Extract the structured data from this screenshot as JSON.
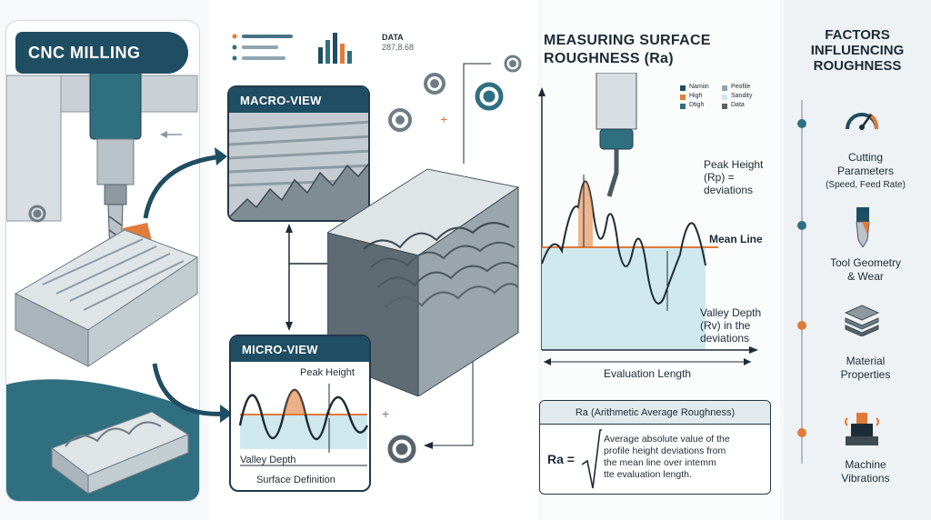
{
  "cnc": {
    "title": "CNC MILLING"
  },
  "macro": {
    "title": "MACRO-VIEW"
  },
  "micro": {
    "title": "MICRO-VIEW",
    "peak": "Peak Height",
    "valley": "Valley Depth",
    "surface": "Surface Definition"
  },
  "dashboard": {
    "data_label": "DATA",
    "data_value": "287,8.68"
  },
  "measure": {
    "title_line1": "MEASURING SURFACE",
    "title_line2": "ROUGHNESS (Ra)",
    "legend": [
      "Namiin",
      "Peofile",
      "High",
      "Sandity",
      "Dtigh",
      "Data"
    ],
    "peak_line1": "Peak Height",
    "peak_line2": "(Rp) =",
    "peak_line3": "deviations",
    "mean_line": "Mean Line",
    "valley_line1": "Valley Depth",
    "valley_line2": "(Rv) in the",
    "valley_line3": "deviations",
    "eval_length": "Evaluation Length"
  },
  "ra_box": {
    "title": "Ra (Arithmetic Average Roughness)",
    "symbol": "Ra =",
    "line1": "Average absolute value of the",
    "line2": "profile height deviations from",
    "line3": "the mean line over intemm",
    "line4": "tte evaluation length."
  },
  "factors": {
    "title_line1": "FACTORS",
    "title_line2": "INFLUENCING",
    "title_line3": "ROUGHNESS",
    "items": [
      {
        "line1": "Cutting",
        "line2": "Parameters",
        "sub": "(Speed, Feed Rate)",
        "icon": "gauge-icon"
      },
      {
        "line1": "Tool Geometry",
        "line2": "& Wear",
        "sub": "",
        "icon": "cutting-tool-icon"
      },
      {
        "line1": "Material",
        "line2": "Properties",
        "sub": "",
        "icon": "material-layers-icon"
      },
      {
        "line1": "Machine",
        "line2": "Vibrations",
        "sub": "",
        "icon": "vibration-machine-icon"
      }
    ]
  },
  "colors": {
    "navy": "#1f4d62",
    "teal": "#2f6f80",
    "orange": "#e07b39",
    "mean_fill": "#cfe8ee"
  }
}
